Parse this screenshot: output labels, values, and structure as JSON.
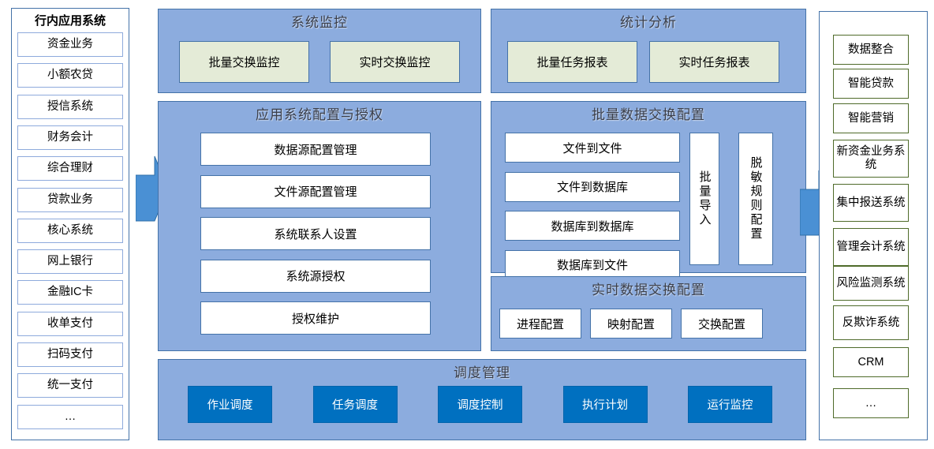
{
  "colors": {
    "panel_fill": "#8CACDE",
    "panel_border": "#4472A8",
    "green_box_fill": "#E4EBD7",
    "blue_button_fill": "#0070C0",
    "arrow_fill": "#4A90D4",
    "green_border": "#4F6B2A",
    "white": "#FFFFFF"
  },
  "left_column": {
    "title": "行内应用系统",
    "items": [
      "资金业务",
      "小额农贷",
      "授信系统",
      "财务会计",
      "综合理财",
      "贷款业务",
      "核心系统",
      "网上银行",
      "金融IC卡",
      "收单支付",
      "扫码支付",
      "统一支付",
      "…"
    ]
  },
  "right_column": {
    "items": [
      "数据整合",
      "智能贷款",
      "智能营销",
      "新资金业务系统",
      "集中报送系统",
      "管理会计系统",
      "风险监测系统",
      "反欺诈系统",
      "CRM",
      "…"
    ]
  },
  "arrows": {
    "left_arrow": "right-arrow-icon",
    "right_arrow": "right-arrow-icon"
  },
  "system_monitor": {
    "title": "系统监控",
    "items": [
      "批量交换监控",
      "实时交换监控"
    ]
  },
  "statistics": {
    "title": "统计分析",
    "items": [
      "批量任务报表",
      "实时任务报表"
    ]
  },
  "app_config": {
    "title": "应用系统配置与授权",
    "items": [
      "数据源配置管理",
      "文件源配置管理",
      "系统联系人设置",
      "系统源授权",
      "授权维护"
    ]
  },
  "batch_exchange": {
    "title": "批量数据交换配置",
    "items": [
      "文件到文件",
      "文件到数据库",
      "数据库到数据库",
      "数据库到文件"
    ],
    "side_items": [
      "批量导入",
      "脱敏规则配置"
    ]
  },
  "realtime_exchange": {
    "title": "实时数据交换配置",
    "items": [
      "进程配置",
      "映射配置",
      "交换配置"
    ]
  },
  "scheduling": {
    "title": "调度管理",
    "items": [
      "作业调度",
      "任务调度",
      "调度控制",
      "执行计划",
      "运行监控"
    ]
  }
}
